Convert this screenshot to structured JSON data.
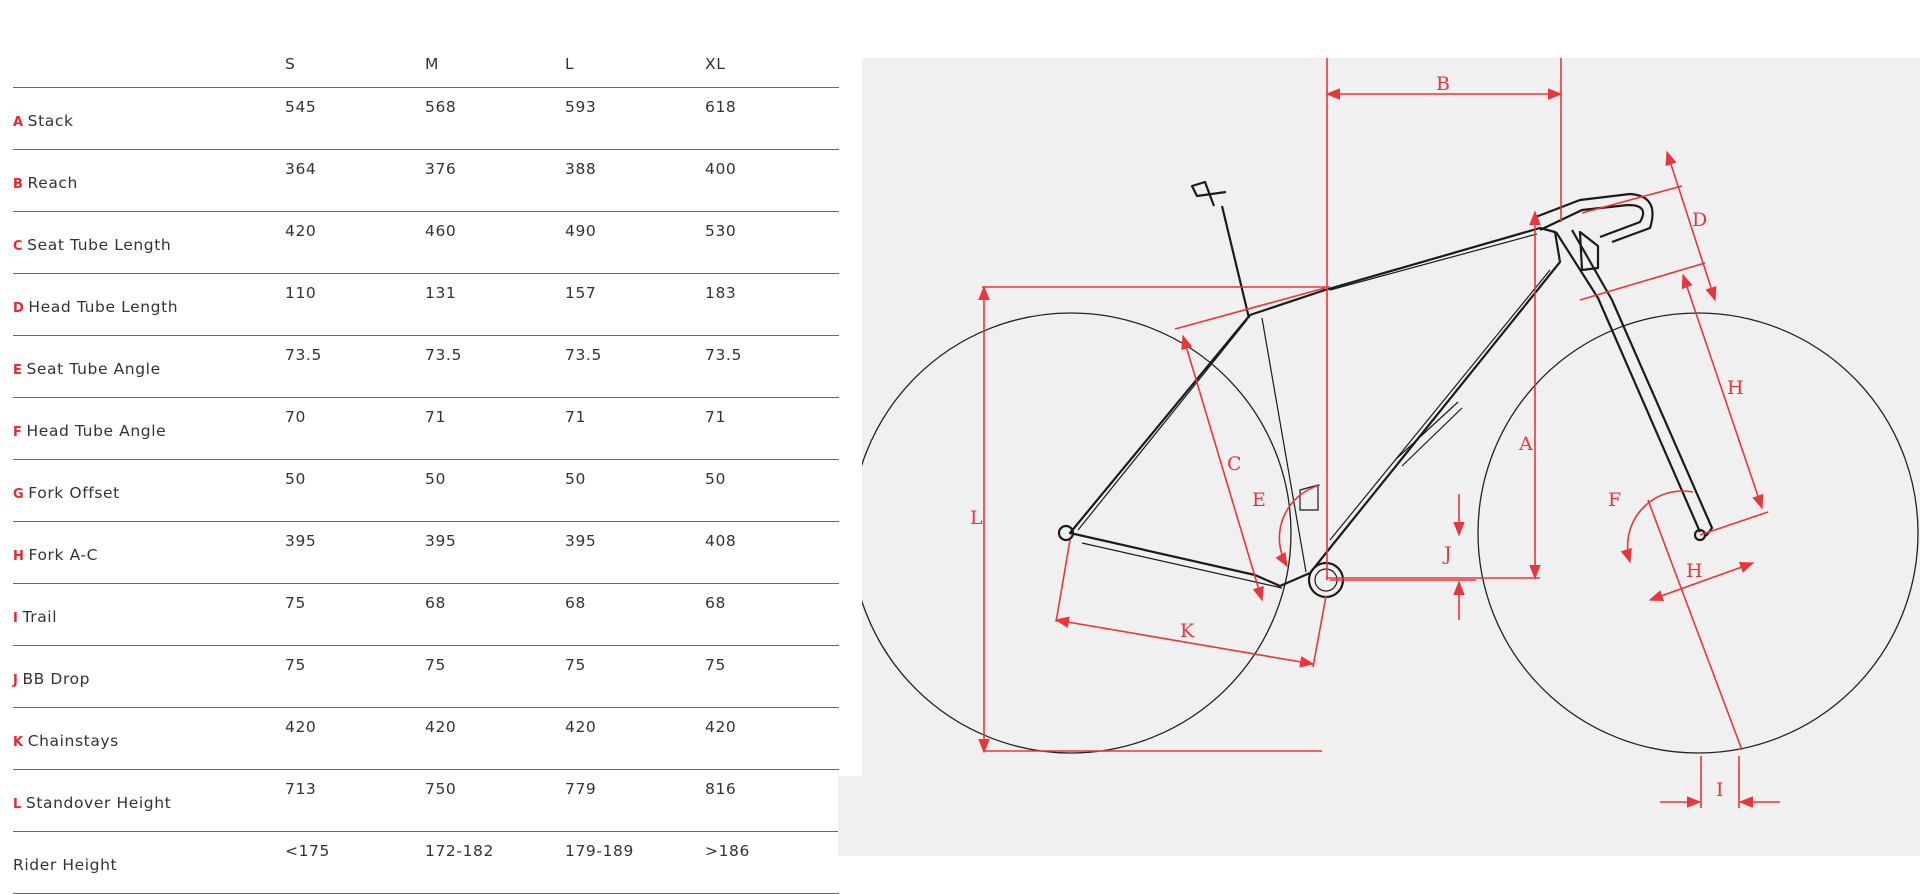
{
  "table": {
    "sizes": [
      "S",
      "M",
      "L",
      "XL"
    ],
    "rows": [
      {
        "letter": "A",
        "name": "Stack",
        "values": [
          "545",
          "568",
          "593",
          "618"
        ]
      },
      {
        "letter": "B",
        "name": "Reach",
        "values": [
          "364",
          "376",
          "388",
          "400"
        ]
      },
      {
        "letter": "C",
        "name": "Seat Tube Length",
        "values": [
          "420",
          "460",
          "490",
          "530"
        ]
      },
      {
        "letter": "D",
        "name": "Head Tube Length",
        "values": [
          "110",
          "131",
          "157",
          "183"
        ]
      },
      {
        "letter": "E",
        "name": "Seat Tube Angle",
        "values": [
          "73.5",
          "73.5",
          "73.5",
          "73.5"
        ]
      },
      {
        "letter": "F",
        "name": "Head Tube Angle",
        "values": [
          "70",
          "71",
          "71",
          "71"
        ]
      },
      {
        "letter": "G",
        "name": "Fork Offset",
        "values": [
          "50",
          "50",
          "50",
          "50"
        ]
      },
      {
        "letter": "H",
        "name": "Fork A-C",
        "values": [
          "395",
          "395",
          "395",
          "408"
        ]
      },
      {
        "letter": "I",
        "name": "Trail",
        "values": [
          "75",
          "68",
          "68",
          "68"
        ]
      },
      {
        "letter": "J",
        "name": "BB Drop",
        "values": [
          "75",
          "75",
          "75",
          "75"
        ]
      },
      {
        "letter": "K",
        "name": "Chainstays",
        "values": [
          "420",
          "420",
          "420",
          "420"
        ]
      },
      {
        "letter": "L",
        "name": "Standover Height",
        "values": [
          "713",
          "750",
          "779",
          "816"
        ]
      },
      {
        "letter": "",
        "name": "Rider Height",
        "values": [
          "<175",
          "172-182",
          "179-189",
          ">186"
        ]
      }
    ]
  },
  "diagram": {
    "labels": {
      "A": "A",
      "B": "B",
      "C": "C",
      "D": "D",
      "E": "E",
      "F": "F",
      "H": "H",
      "H2": "H",
      "I": "I",
      "J": "J",
      "K": "K",
      "L": "L"
    },
    "colors": {
      "dimension": "#e8363c",
      "frame": "#1b1b1b",
      "background": "#f0f0f0"
    }
  }
}
